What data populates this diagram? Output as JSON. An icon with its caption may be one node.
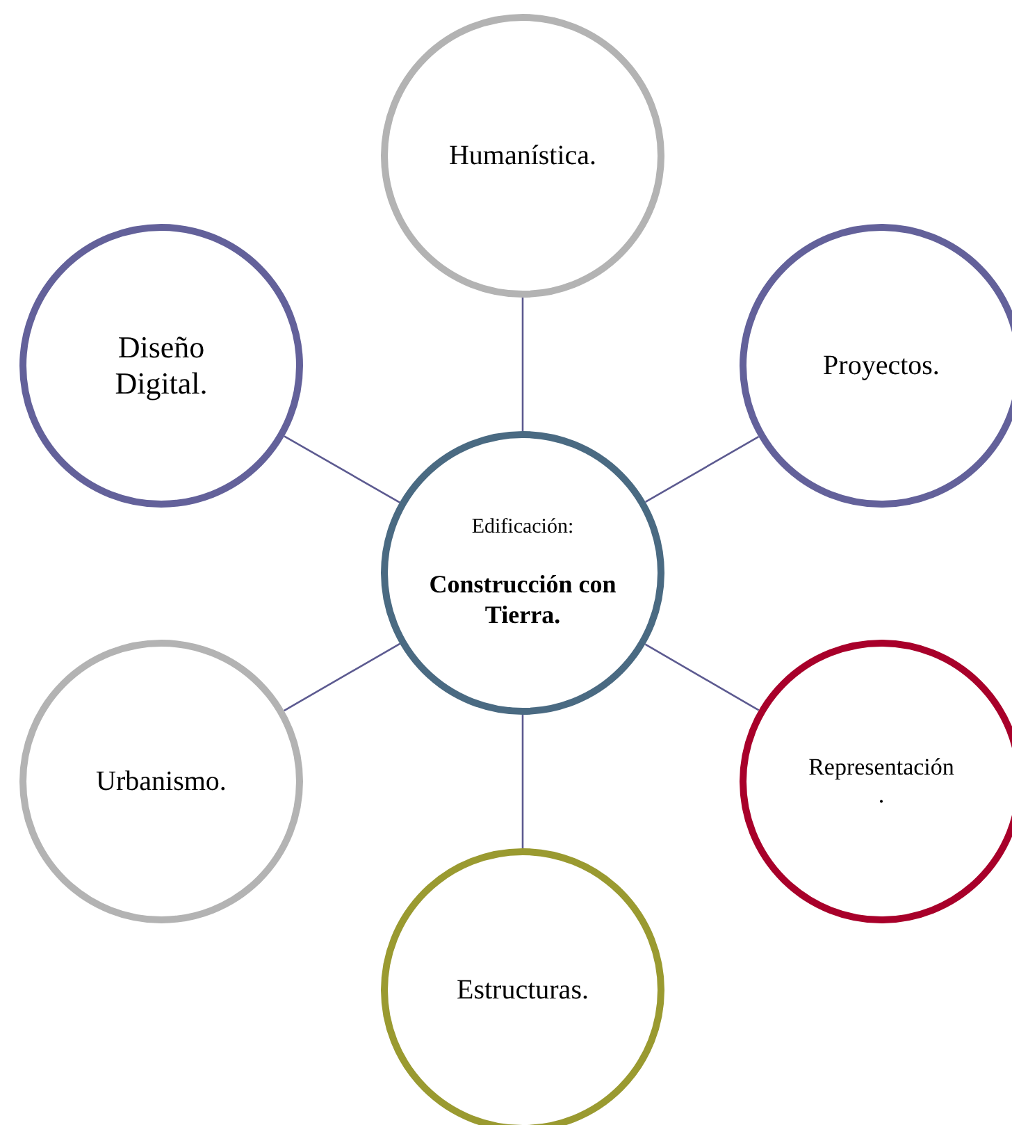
{
  "diagram": {
    "nodes": [
      {
        "text": [
          "Humanística."
        ]
      },
      {
        "text": [
          "Diseño Digital."
        ]
      },
      {
        "text": [
          "Proyectos."
        ]
      },
      {
        "text": [
          "Edificación:",
          "Construcción con Tierra."
        ]
      },
      {
        "text": [
          "Urbanismo."
        ]
      },
      {
        "text": [
          "Representación ."
        ]
      },
      {
        "text": [
          "Estructuras."
        ]
      }
    ],
    "edges": [
      {
        "from": 3,
        "to": 0,
        "arrow": "none"
      },
      {
        "from": 3,
        "to": 1,
        "arrow": "none"
      },
      {
        "from": 3,
        "to": 2,
        "arrow": "none"
      },
      {
        "from": 3,
        "to": 4,
        "arrow": "none"
      },
      {
        "from": 3,
        "to": 5,
        "arrow": "none"
      },
      {
        "from": 3,
        "to": 6,
        "arrow": "none"
      }
    ]
  }
}
